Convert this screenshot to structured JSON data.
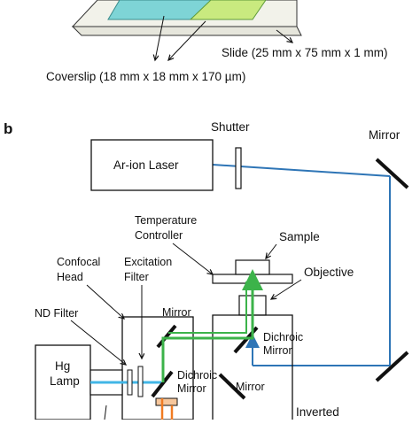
{
  "panel_a": {
    "slide_label": "Slide (25 mm x 75 mm x 1 mm)",
    "coverslip_label": "Coverslip (18 mm x 18 mm x 170 µm)"
  },
  "panel_b": {
    "letter": "b",
    "labels": {
      "shutter": "Shutter",
      "mirror_top": "Mirror",
      "laser": "Ar-ion Laser",
      "temp_line1": "Temperature",
      "temp_line2": "Controller",
      "sample": "Sample",
      "objective": "Objective",
      "confocal_line1": "Confocal",
      "confocal_line2": "Head",
      "excitation_line1": "Excitation",
      "excitation_line2": "Filter",
      "nd_filter": "ND Filter",
      "mirror_head": "Mirror",
      "dichroic1_line1": "Dichroic",
      "dichroic1_line2": "Mirror",
      "hg_line1": "Hg",
      "hg_line2": "Lamp",
      "dichroic2_line1": "Dichroic",
      "dichroic2_line2": "Mirror",
      "mirror_bottom": "Mirror",
      "inverted": "Inverted"
    },
    "beam_colors": {
      "laser": "#2e75b6",
      "lamp": "#41b6e6",
      "excitation": "#3cb34a",
      "emission": "#f07b22"
    }
  }
}
